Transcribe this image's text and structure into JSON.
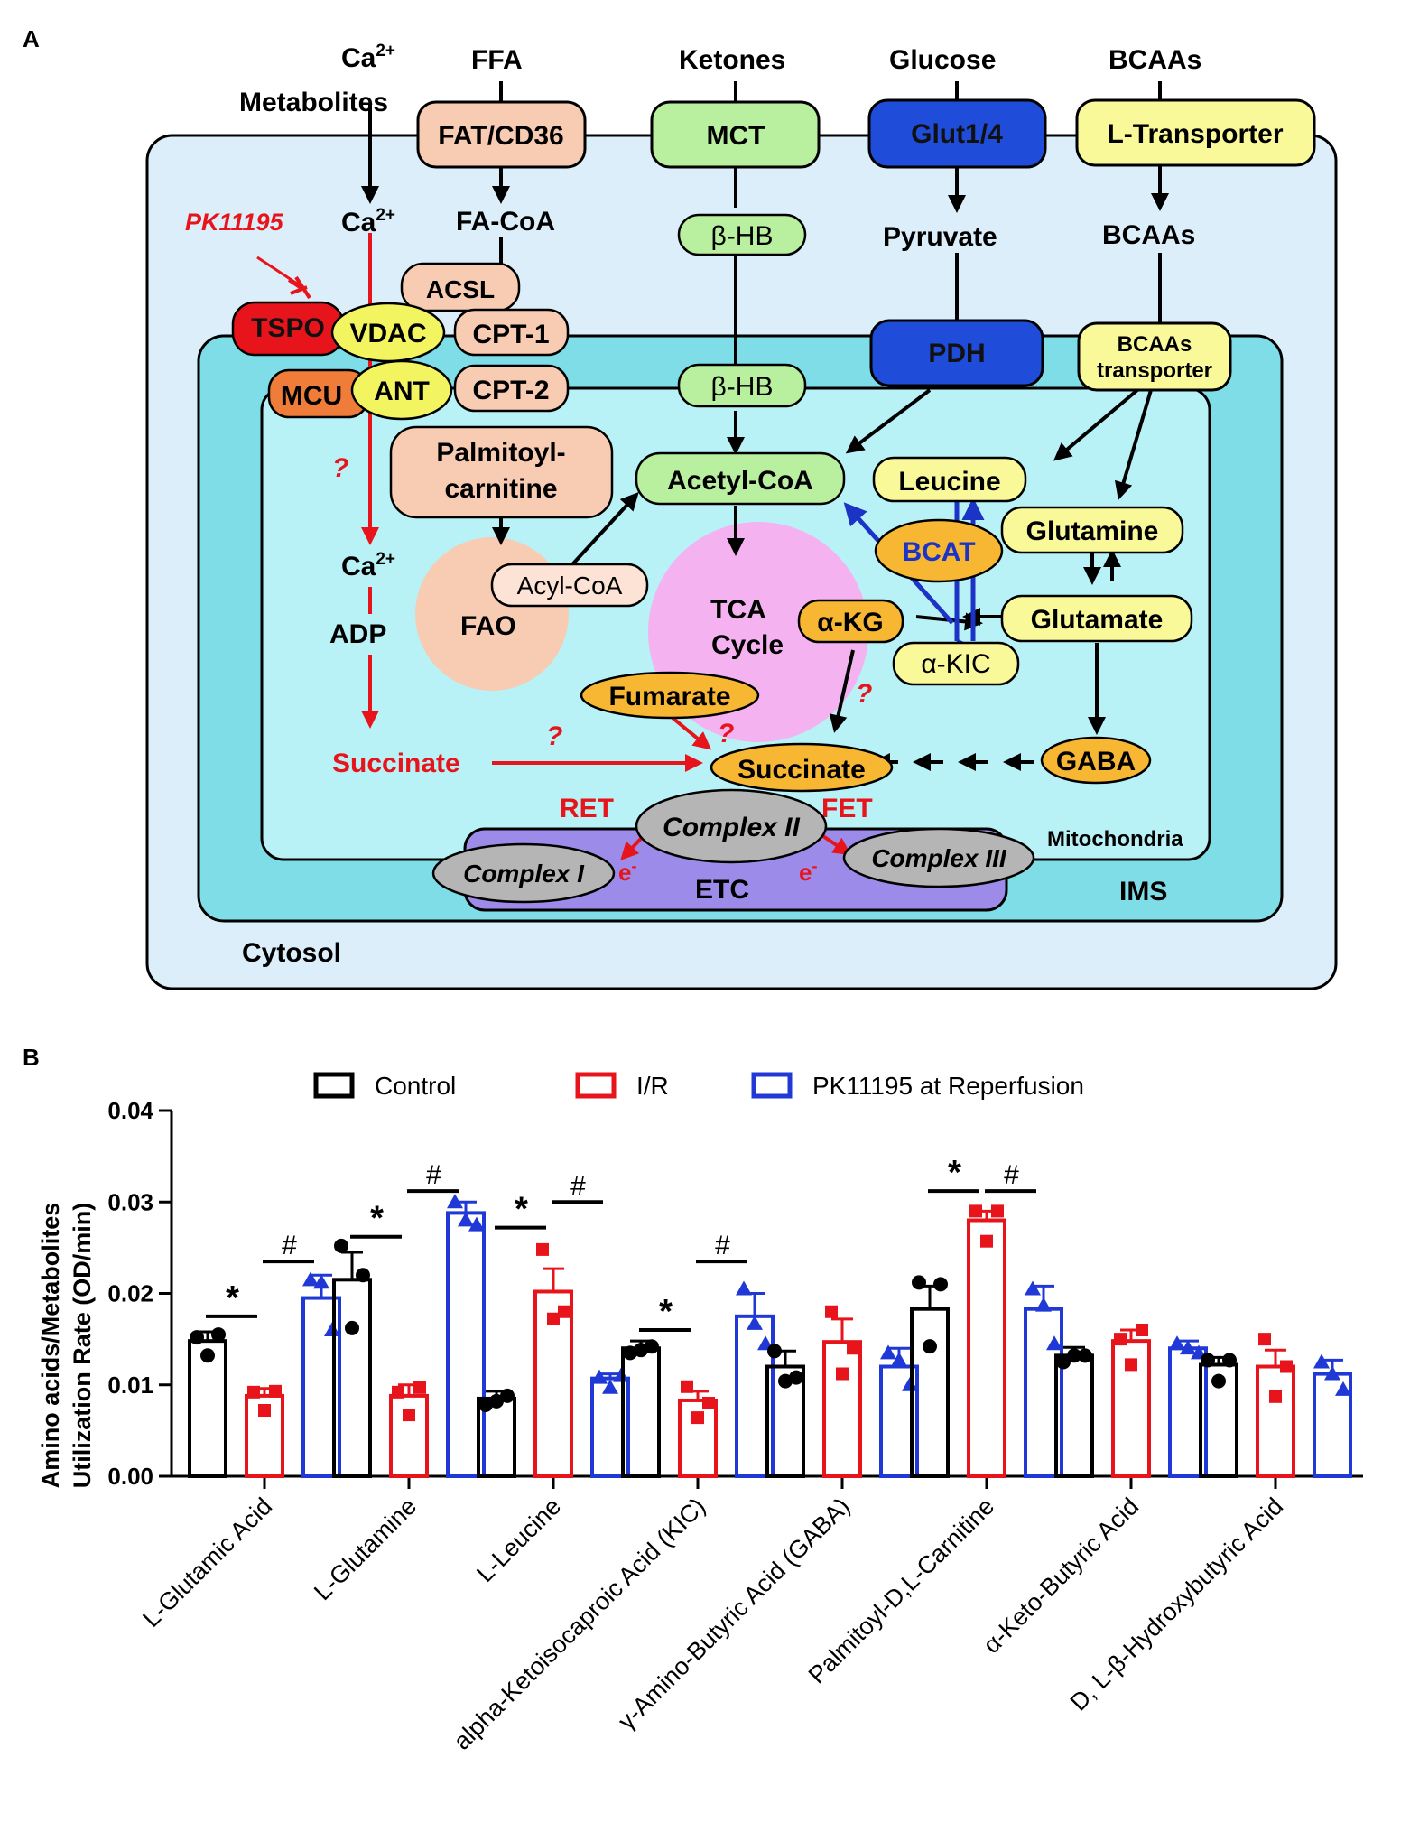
{
  "panel_a": {
    "label": "A",
    "top_labels": {
      "ca_metabolites_1": "Ca",
      "ca_sup": "2+",
      "ca_metabolites_2": "Metabolites",
      "ffa": "FFA",
      "ketones": "Ketones",
      "glucose": "Glucose",
      "bcaas": "BCAAs"
    },
    "transporters": {
      "fat_cd36": "FAT/CD36",
      "mct": "MCT",
      "glut": "Glut1/4",
      "l_transporter": "L-Transporter"
    },
    "cytosol": {
      "ca": "Ca",
      "ca_sup": "2+",
      "fa_coa": "FA-CoA",
      "bhb": "β-HB",
      "pyruvate": "Pyruvate",
      "bcaas": "BCAAs",
      "pk11195": "PK11195",
      "acsl": "ACSL",
      "label": "Cytosol"
    },
    "omm": {
      "tspo": "TSPO",
      "vdac": "VDAC",
      "cpt1": "CPT-1",
      "pdh": "PDH",
      "bcaas_transporter_1": "BCAAs",
      "bcaas_transporter_2": "transporter"
    },
    "imm": {
      "mcu": "MCU",
      "ant": "ANT",
      "cpt2": "CPT-2",
      "bhb": "β-HB"
    },
    "matrix": {
      "palmitoyl_1": "Palmitoyl-",
      "palmitoyl_2": "carnitine",
      "acetyl_coa": "Acetyl-CoA",
      "leucine": "Leucine",
      "glutamine": "Glutamine",
      "bcat": "BCAT",
      "question": "?",
      "ca": "Ca",
      "ca_sup": "2+",
      "adp": "ADP",
      "acyl_coa": "Acyl-CoA",
      "fao": "FAO",
      "tca_1": "TCA",
      "tca_2": "Cycle",
      "akg": "α-KG",
      "akic": "α-KIC",
      "glutamate": "Glutamate",
      "fumarate": "Fumarate",
      "succinate_red": "Succinate",
      "succinate": "Succinate",
      "gaba": "GABA",
      "ret": "RET",
      "fet": "FET",
      "complex_ii": "Complex II",
      "complex_i": "Complex I",
      "complex_iii": "Complex III",
      "electron": "e",
      "electron_sup": "-",
      "etc": "ETC",
      "mitochondria": "Mitochondria",
      "ims": "IMS"
    },
    "colors": {
      "cytosol": "#dbeefa",
      "ims": "#7fdde8",
      "matrix": "#b8f2f6",
      "red": "#e8141c",
      "blue_arrow": "#1b34c6",
      "peach": "#f8cbb3",
      "green": "#b9f0a0",
      "blue": "#1f4cd8",
      "yellow": "#f9f99a",
      "orange": "#f7b733",
      "pink": "#f4b3f0",
      "purple": "#9c8be8",
      "gray": "#b5b5b5"
    }
  },
  "chart_data": {
    "label": "B",
    "type": "bar",
    "ylabel_1": "Amino acids/Metabolites",
    "ylabel_2": "Utilization Rate (OD/min)",
    "ylim": [
      0,
      0.04
    ],
    "yticks": [
      "0.00",
      "0.01",
      "0.02",
      "0.03",
      "0.04"
    ],
    "categories": [
      "L-Glutamic Acid",
      "L-Glutamine",
      "L-Leucine",
      "alpha-Ketoisocaproic Acid (KIC)",
      "γ-Amino-Butyric Acid (GABA)",
      "Palmitoyl-D,L-Carnitine",
      "α-Keto-Butyric Acid",
      "D, L-β-Hydroxybutyric Acid"
    ],
    "series": [
      {
        "name": "Control",
        "color": "#000000",
        "marker": "circle",
        "values": [
          0.0148,
          0.0215,
          0.0085,
          0.014,
          0.012,
          0.0183,
          0.0132,
          0.0122
        ],
        "errors": [
          0.001,
          0.003,
          0.0008,
          0.0008,
          0.0017,
          0.0025,
          0.0009,
          0.0008
        ],
        "points": [
          [
            0.0152,
            0.014,
            0.0155
          ],
          [
            0.0252,
            0.017,
            0.022
          ],
          [
            0.0078,
            0.009,
            0.0088
          ],
          [
            0.0135,
            0.0146,
            0.0142
          ],
          [
            0.0137,
            0.0112,
            0.0108
          ],
          [
            0.0212,
            0.015,
            0.021
          ],
          [
            0.0125,
            0.014,
            0.0132
          ],
          [
            0.0127,
            0.0112,
            0.0127
          ]
        ]
      },
      {
        "name": "I/R",
        "color": "#e8141c",
        "marker": "square",
        "values": [
          0.0088,
          0.0088,
          0.0202,
          0.0083,
          0.0147,
          0.028,
          0.0148,
          0.012
        ],
        "errors": [
          0.0008,
          0.0012,
          0.0025,
          0.001,
          0.0025,
          0.001,
          0.0012,
          0.0018
        ],
        "points": [
          [
            0.0092,
            0.008,
            0.0093
          ],
          [
            0.0092,
            0.0075,
            0.0097
          ],
          [
            0.0248,
            0.018,
            0.018
          ],
          [
            0.0098,
            0.0072,
            0.008
          ],
          [
            0.018,
            0.012,
            0.014
          ],
          [
            0.029,
            0.0265,
            0.029
          ],
          [
            0.015,
            0.013,
            0.016
          ],
          [
            0.015,
            0.0095,
            0.012
          ]
        ]
      },
      {
        "name": "PK11195 at Reperfusion",
        "color": "#1f38d6",
        "marker": "triangle",
        "values": [
          0.0195,
          0.0288,
          0.0107,
          0.0175,
          0.012,
          0.0183,
          0.014,
          0.0112
        ],
        "errors": [
          0.0025,
          0.0012,
          0.0005,
          0.0025,
          0.002,
          0.0025,
          0.0008,
          0.0015
        ],
        "points": [
          [
            0.0215,
            0.022,
            0.016
          ],
          [
            0.03,
            0.0288,
            0.0275
          ],
          [
            0.0108,
            0.0105,
            0.011
          ],
          [
            0.0205,
            0.0175,
            0.0145
          ],
          [
            0.0135,
            0.0135,
            0.01
          ],
          [
            0.0205,
            0.0195,
            0.0145
          ],
          [
            0.0145,
            0.0148,
            0.0135
          ],
          [
            0.0125,
            0.012,
            0.0095
          ]
        ]
      }
    ],
    "significance": [
      {
        "symbol": "*",
        "category": 0,
        "from": 0,
        "to": 1,
        "level": 0.0175
      },
      {
        "symbol": "#",
        "category": 0,
        "from": 1,
        "to": 2,
        "level": 0.0235
      },
      {
        "symbol": "*",
        "category": 1,
        "from": 0,
        "to": 1,
        "level": 0.0262
      },
      {
        "symbol": "#",
        "category": 1,
        "from": 1,
        "to": 2,
        "level": 0.0312
      },
      {
        "symbol": "*",
        "category": 2,
        "from": 0,
        "to": 1,
        "level": 0.0272
      },
      {
        "symbol": "#",
        "category": 2,
        "from": 1,
        "to": 2,
        "level": 0.03
      },
      {
        "symbol": "*",
        "category": 3,
        "from": 0,
        "to": 1,
        "level": 0.016
      },
      {
        "symbol": "#",
        "category": 3,
        "from": 1,
        "to": 2,
        "level": 0.0235
      },
      {
        "symbol": "*",
        "category": 5,
        "from": 0,
        "to": 1,
        "level": 0.0312
      },
      {
        "symbol": "#",
        "category": 5,
        "from": 1,
        "to": 2,
        "level": 0.0312
      }
    ]
  }
}
